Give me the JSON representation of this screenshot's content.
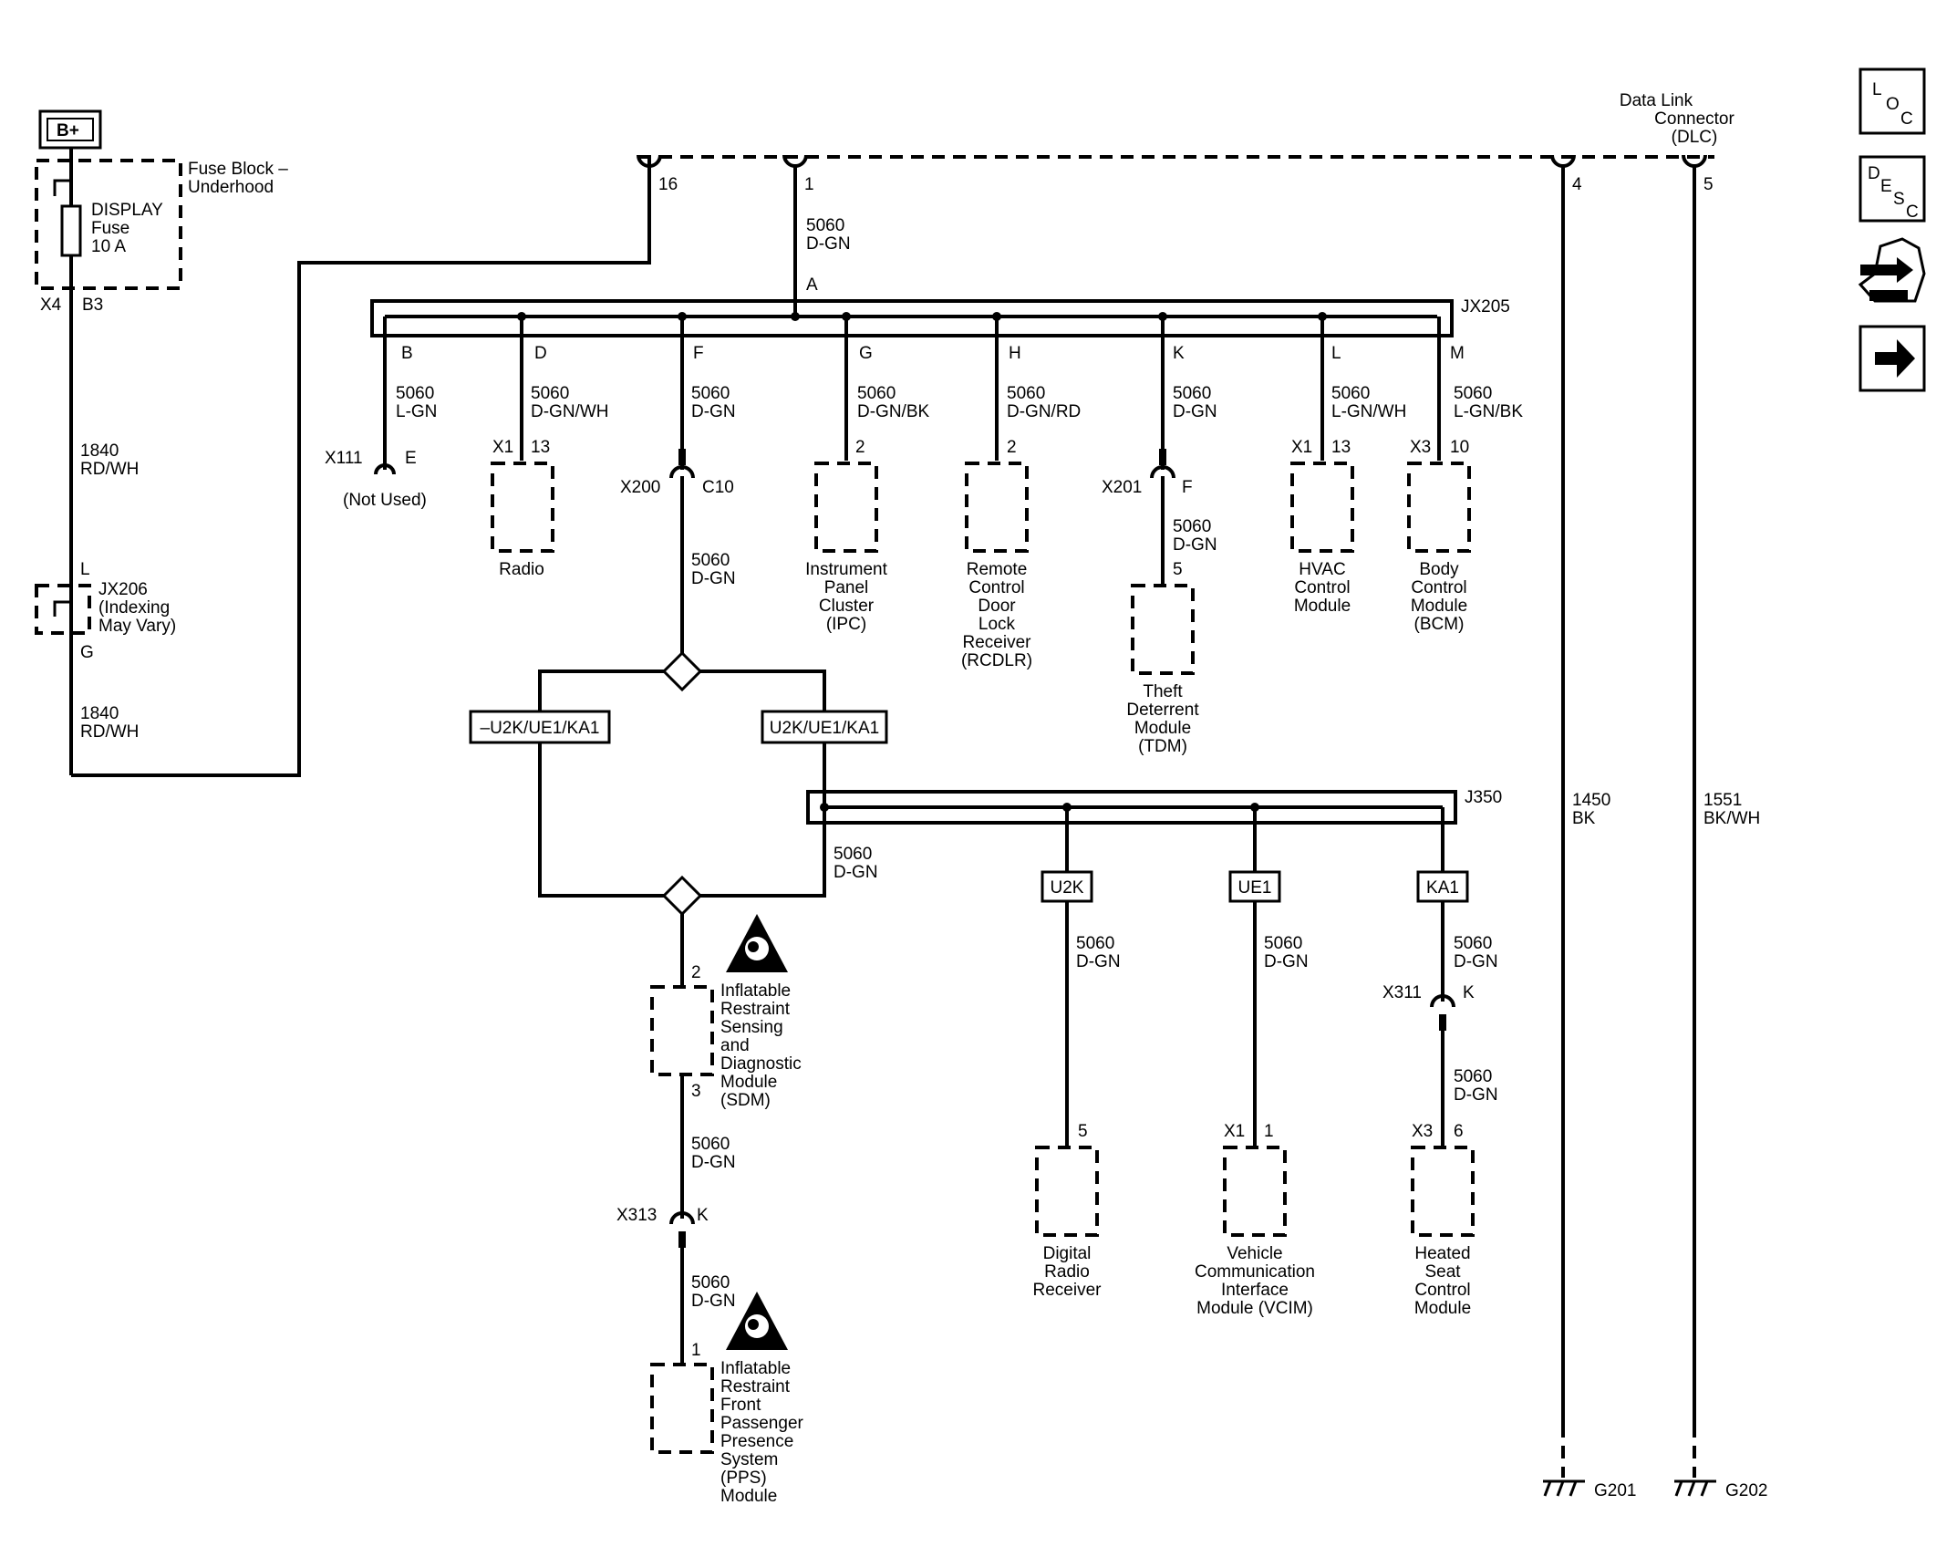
{
  "power": {
    "label": "B+"
  },
  "fuse_block": {
    "label_line1": "Fuse Block –",
    "label_line2": "Underhood",
    "fuse_line1": "DISPLAY",
    "fuse_line2": "Fuse",
    "fuse_line3": "10 A",
    "x4": "X4",
    "b3": "B3"
  },
  "wire_1840_a": {
    "num": "1840",
    "color": "RD/WH"
  },
  "wire_1840_b": {
    "num": "1840",
    "color": "RD/WH"
  },
  "jx206": {
    "l": "L",
    "g": "G",
    "line1": "JX206",
    "line2": "(Indexing",
    "line3": "May Vary)"
  },
  "dlc": {
    "line1": "Data Link",
    "line2": "Connector",
    "line3": "(DLC)",
    "pin16": "16",
    "pin1": "1",
    "pin4": "4",
    "pin5": "5"
  },
  "main_wire": {
    "num": "5060",
    "color": "D-GN",
    "pin": "A"
  },
  "jx205": {
    "label": "JX205"
  },
  "branches": [
    {
      "pin": "B",
      "num": "5060",
      "color": "L-GN"
    },
    {
      "pin": "D",
      "num": "5060",
      "color": "D-GN/WH"
    },
    {
      "pin": "F",
      "num": "5060",
      "color": "D-GN"
    },
    {
      "pin": "G",
      "num": "5060",
      "color": "D-GN/BK"
    },
    {
      "pin": "H",
      "num": "5060",
      "color": "D-GN/RD"
    },
    {
      "pin": "K",
      "num": "5060",
      "color": "D-GN"
    },
    {
      "pin": "L",
      "num": "5060",
      "color": "L-GN/WH"
    },
    {
      "pin": "M",
      "num": "5060",
      "color": "L-GN/BK"
    }
  ],
  "x111": {
    "conn": "X111",
    "pin": "E",
    "note": "(Not Used)"
  },
  "radio": {
    "conn": "X1",
    "pin": "13",
    "name": "Radio"
  },
  "x200": {
    "conn": "X200",
    "pin": "C10",
    "num": "5060",
    "color": "D-GN"
  },
  "ipc": {
    "pin": "2",
    "name": [
      "Instrument",
      "Panel",
      "Cluster",
      "(IPC)"
    ]
  },
  "rcdlr": {
    "pin": "2",
    "name": [
      "Remote",
      "Control",
      "Door",
      "Lock",
      "Receiver",
      "(RCDLR)"
    ]
  },
  "x201": {
    "conn": "X201",
    "pin": "F",
    "num": "5060",
    "color": "D-GN"
  },
  "tdm": {
    "pin": "5",
    "name": [
      "Theft",
      "Deterrent",
      "Module",
      "(TDM)"
    ]
  },
  "hvac": {
    "conn": "X1",
    "pin": "13",
    "name": [
      "HVAC",
      "Control",
      "Module"
    ]
  },
  "bcm": {
    "conn": "X3",
    "pin": "10",
    "name": [
      "Body",
      "Control",
      "Module",
      "(BCM)"
    ]
  },
  "options": {
    "not_label": "–U2K/UE1/KA1",
    "yes_label": "U2K/UE1/KA1"
  },
  "j350": {
    "label": "J350",
    "num": "5060",
    "color": "D-GN"
  },
  "u2k": {
    "tag": "U2K",
    "num": "5060",
    "color": "D-GN",
    "pin": "5",
    "name": [
      "Digital",
      "Radio",
      "Receiver"
    ]
  },
  "ue1": {
    "tag": "UE1",
    "num": "5060",
    "color": "D-GN",
    "conn": "X1",
    "pin": "1",
    "name": [
      "Vehicle",
      "Communication",
      "Interface",
      "Module (VCIM)"
    ]
  },
  "ka1": {
    "tag": "KA1",
    "num": "5060",
    "color": "D-GN",
    "conn": "X311",
    "pin": "K",
    "num2": "5060",
    "color2": "D-GN",
    "conn2": "X3",
    "pin2": "6",
    "name": [
      "Heated",
      "Seat",
      "Control",
      "Module"
    ]
  },
  "sdm": {
    "pin_in": "2",
    "pin_out": "3",
    "name": [
      "Inflatable",
      "Restraint",
      "Sensing",
      "and",
      "Diagnostic",
      "Module",
      "(SDM)"
    ]
  },
  "x313": {
    "num": "5060",
    "color": "D-GN",
    "conn": "X313",
    "pin": "K",
    "num2": "5060",
    "color2": "D-GN"
  },
  "pps": {
    "pin": "1",
    "name": [
      "Inflatable",
      "Restraint",
      "Front",
      "Passenger",
      "Presence",
      "System",
      "(PPS)",
      "Module"
    ]
  },
  "ground_1450": {
    "num": "1450",
    "color": "BK",
    "ground": "G201"
  },
  "ground_1551": {
    "num": "1551",
    "color": "BK/WH",
    "ground": "G202"
  },
  "icons": {
    "loc": [
      "L",
      "O",
      "C"
    ],
    "desc": [
      "D",
      "E",
      "S",
      "C"
    ],
    "connector_icon": "connector-wrench-icon",
    "arrow_icon": "right-arrow-icon"
  }
}
